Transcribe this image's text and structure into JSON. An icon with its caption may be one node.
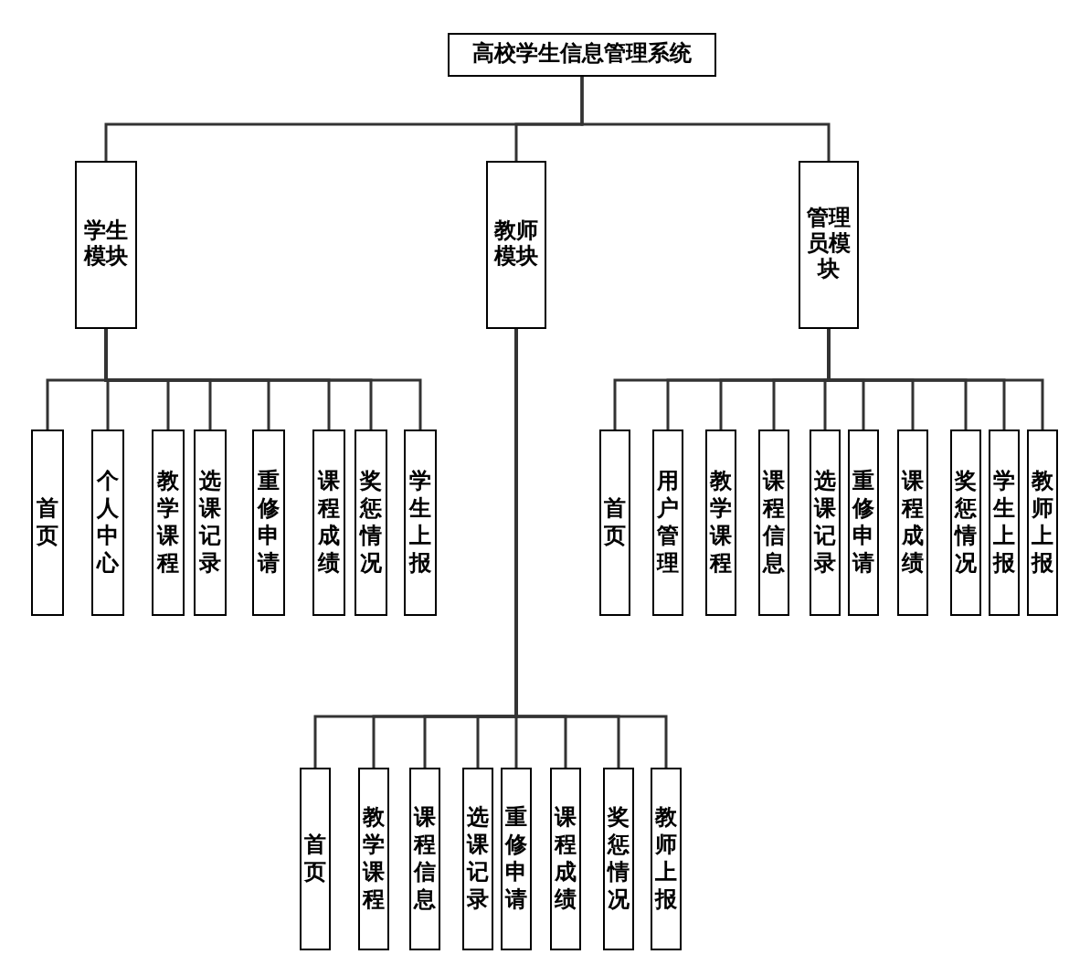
{
  "diagram": {
    "nodes": [
      {
        "text": [
          "高校学生信息管理系统"
        ]
      },
      {
        "text": [
          "学生模块"
        ]
      },
      {
        "text": [
          "教师模块"
        ]
      },
      {
        "text": [
          "管理员模块"
        ]
      },
      {
        "text": [
          "首页"
        ]
      },
      {
        "text": [
          "个人中心"
        ]
      },
      {
        "text": [
          "教学课程"
        ]
      },
      {
        "text": [
          "选课记录"
        ]
      },
      {
        "text": [
          "重修申请"
        ]
      },
      {
        "text": [
          "课程成绩"
        ]
      },
      {
        "text": [
          "奖惩情况"
        ]
      },
      {
        "text": [
          "学生上报"
        ]
      },
      {
        "text": [
          "首页"
        ]
      },
      {
        "text": [
          "用户管理"
        ]
      },
      {
        "text": [
          "教学课程"
        ]
      },
      {
        "text": [
          "课程信息"
        ]
      },
      {
        "text": [
          "选课记录"
        ]
      },
      {
        "text": [
          "重修申请"
        ]
      },
      {
        "text": [
          "课程成绩"
        ]
      },
      {
        "text": [
          "奖惩情况"
        ]
      },
      {
        "text": [
          "学生上报"
        ]
      },
      {
        "text": [
          "教师上报"
        ]
      },
      {
        "text": [
          "首页"
        ]
      },
      {
        "text": [
          "教学课程"
        ]
      },
      {
        "text": [
          "课程信息"
        ]
      },
      {
        "text": [
          "选课记录"
        ]
      },
      {
        "text": [
          "重修申请"
        ]
      },
      {
        "text": [
          "课程成绩"
        ]
      },
      {
        "text": [
          "奖惩情况"
        ]
      },
      {
        "text": [
          "教师上报"
        ]
      }
    ],
    "edges": [
      {
        "from": 0,
        "to": 1,
        "arrow": "none"
      },
      {
        "from": 0,
        "to": 2,
        "arrow": "none"
      },
      {
        "from": 0,
        "to": 3,
        "arrow": "none"
      },
      {
        "from": 1,
        "to": 4,
        "arrow": "none"
      },
      {
        "from": 1,
        "to": 5,
        "arrow": "none"
      },
      {
        "from": 1,
        "to": 6,
        "arrow": "none"
      },
      {
        "from": 1,
        "to": 7,
        "arrow": "none"
      },
      {
        "from": 1,
        "to": 8,
        "arrow": "none"
      },
      {
        "from": 1,
        "to": 9,
        "arrow": "none"
      },
      {
        "from": 1,
        "to": 10,
        "arrow": "none"
      },
      {
        "from": 1,
        "to": 11,
        "arrow": "none"
      },
      {
        "from": 3,
        "to": 12,
        "arrow": "none"
      },
      {
        "from": 3,
        "to": 13,
        "arrow": "none"
      },
      {
        "from": 3,
        "to": 14,
        "arrow": "none"
      },
      {
        "from": 3,
        "to": 15,
        "arrow": "none"
      },
      {
        "from": 3,
        "to": 16,
        "arrow": "none"
      },
      {
        "from": 3,
        "to": 17,
        "arrow": "none"
      },
      {
        "from": 3,
        "to": 18,
        "arrow": "none"
      },
      {
        "from": 3,
        "to": 19,
        "arrow": "none"
      },
      {
        "from": 3,
        "to": 20,
        "arrow": "none"
      },
      {
        "from": 3,
        "to": 21,
        "arrow": "none"
      },
      {
        "from": 2,
        "to": 22,
        "arrow": "none"
      },
      {
        "from": 2,
        "to": 23,
        "arrow": "none"
      },
      {
        "from": 2,
        "to": 24,
        "arrow": "none"
      },
      {
        "from": 2,
        "to": 25,
        "arrow": "none"
      },
      {
        "from": 2,
        "to": 26,
        "arrow": "none"
      },
      {
        "from": 2,
        "to": 27,
        "arrow": "none"
      },
      {
        "from": 2,
        "to": 28,
        "arrow": "none"
      },
      {
        "from": 2,
        "to": 29,
        "arrow": "none"
      }
    ]
  }
}
